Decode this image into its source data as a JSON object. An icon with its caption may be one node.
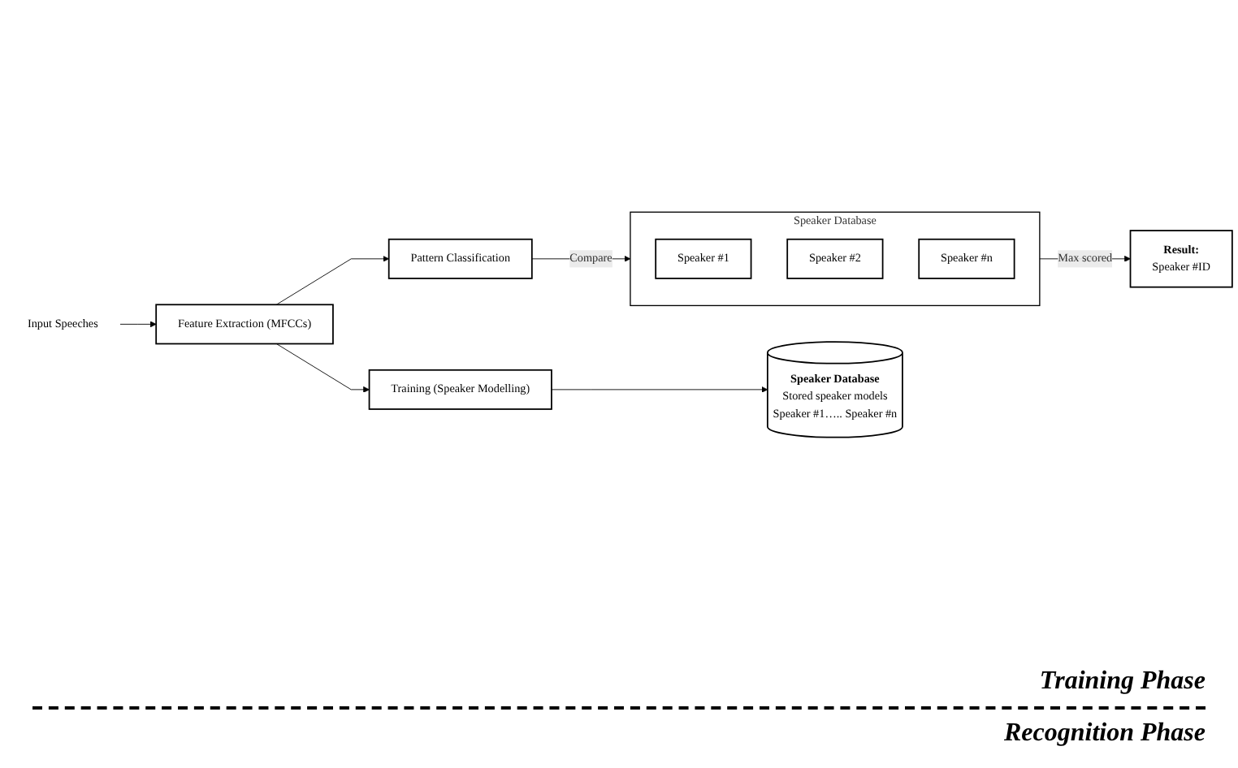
{
  "diagram": {
    "nodes": [
      {
        "text": [
          "Input Speeches"
        ]
      },
      {
        "text": [
          "Feature Extraction (MFCCs)"
        ]
      },
      {
        "text": [
          "Training (Speaker Modelling)"
        ]
      },
      {
        "text": [
          "Speaker Database",
          "Stored speaker models",
          "Speaker #1….. Speaker #n"
        ]
      },
      {
        "text": [
          "Pattern Classification"
        ]
      },
      {
        "text": [
          "Speaker Database"
        ]
      },
      {
        "text": [
          "Speaker #1"
        ],
        "in": 5
      },
      {
        "text": [
          "Speaker #2"
        ],
        "in": 5
      },
      {
        "text": [
          "Speaker #n"
        ],
        "in": 5
      },
      {
        "text": [
          "Result:",
          "Speaker #ID"
        ]
      }
    ],
    "edges": [
      {
        "from": 0,
        "to": 1,
        "arrow": "to"
      },
      {
        "from": 1,
        "to": 2,
        "arrow": "to"
      },
      {
        "from": 2,
        "to": 3,
        "arrow": "to"
      },
      {
        "from": 1,
        "to": 4,
        "arrow": "to"
      },
      {
        "from": 4,
        "to": 5,
        "label": "Compare",
        "arrow": "to"
      },
      {
        "from": 5,
        "to": 9,
        "label": "Max scored",
        "arrow": "to"
      }
    ],
    "labels": [
      "Training Phase",
      "Recognition Phase"
    ]
  }
}
